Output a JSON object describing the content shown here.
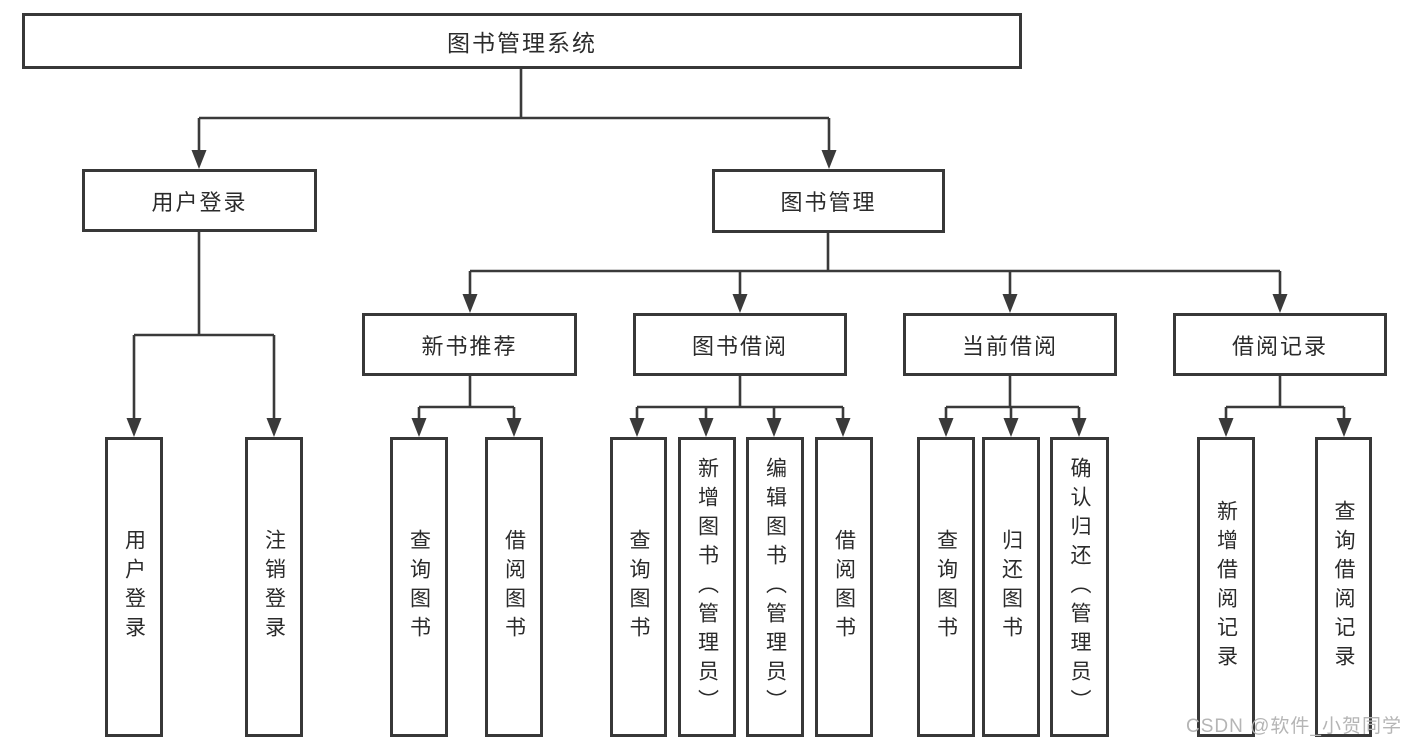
{
  "colors": {
    "line": "#383838",
    "text": "#2b2b2b",
    "background": "#ffffff",
    "watermark": "#b5b5b5"
  },
  "watermark": {
    "text": "CSDN @软件_小贺同学"
  },
  "tree": {
    "label": "图书管理系统",
    "children": [
      {
        "label": "用户登录",
        "children": [
          {
            "label": "用户登录"
          },
          {
            "label": "注销登录"
          }
        ]
      },
      {
        "label": "图书管理",
        "children": [
          {
            "label": "新书推荐",
            "children": [
              {
                "label": "查询图书"
              },
              {
                "label": "借阅图书"
              }
            ]
          },
          {
            "label": "图书借阅",
            "children": [
              {
                "label": "查询图书"
              },
              {
                "label": "新增图书（管理员）"
              },
              {
                "label": "编辑图书（管理员）"
              },
              {
                "label": "借阅图书"
              }
            ]
          },
          {
            "label": "当前借阅",
            "children": [
              {
                "label": "查询图书"
              },
              {
                "label": "归还图书"
              },
              {
                "label": "确认归还（管理员）"
              }
            ]
          },
          {
            "label": "借阅记录",
            "children": [
              {
                "label": "新增借阅记录"
              },
              {
                "label": "查询借阅记录"
              }
            ]
          }
        ]
      }
    ]
  }
}
